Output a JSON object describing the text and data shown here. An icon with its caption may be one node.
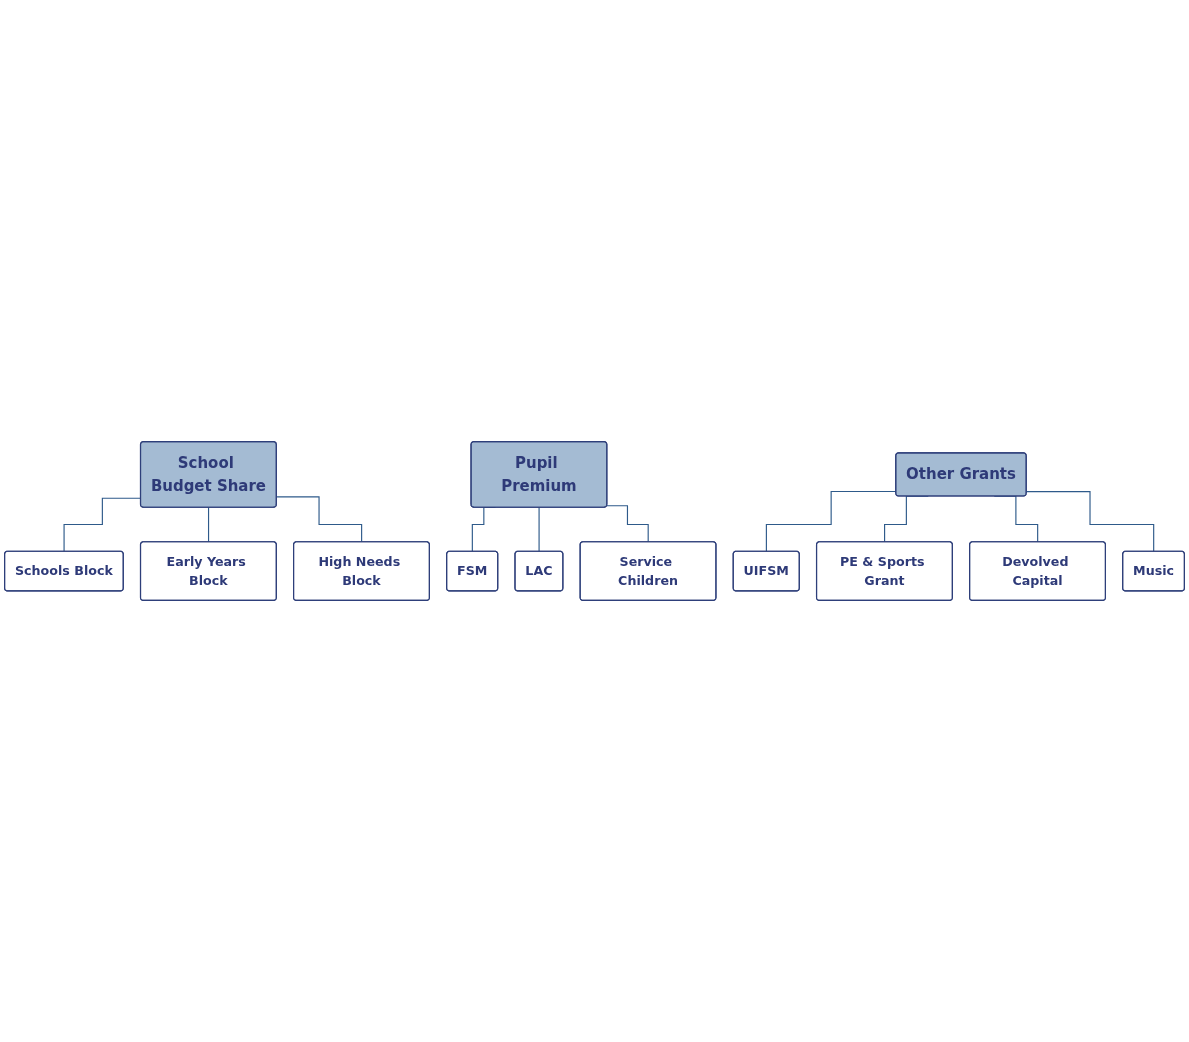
{
  "diagram": {
    "nodes": [
      {
        "text": [
          "School Budget Share"
        ]
      },
      {
        "text": [
          "Schools Block"
        ]
      },
      {
        "text": [
          "Early Years Block"
        ]
      },
      {
        "text": [
          "High Needs Block"
        ]
      },
      {
        "text": [
          "Pupil Premium"
        ]
      },
      {
        "text": [
          "FSM"
        ]
      },
      {
        "text": [
          "LAC"
        ]
      },
      {
        "text": [
          "Service Children"
        ]
      },
      {
        "text": [
          "Other Grants"
        ]
      },
      {
        "text": [
          "UIFSM"
        ]
      },
      {
        "text": [
          "PE & Sports Grant"
        ]
      },
      {
        "text": [
          "Devolved Capital"
        ]
      },
      {
        "text": [
          "Music"
        ]
      }
    ],
    "edges": [
      {
        "from": 0,
        "to": 1,
        "arrow": "none"
      },
      {
        "from": 0,
        "to": 2,
        "arrow": "none"
      },
      {
        "from": 0,
        "to": 3,
        "arrow": "none"
      },
      {
        "from": 4,
        "to": 5,
        "arrow": "none"
      },
      {
        "from": 4,
        "to": 6,
        "arrow": "none"
      },
      {
        "from": 4,
        "to": 7,
        "arrow": "none"
      },
      {
        "from": 8,
        "to": 9,
        "arrow": "none"
      },
      {
        "from": 8,
        "to": 10,
        "arrow": "none"
      },
      {
        "from": 8,
        "to": 11,
        "arrow": "none"
      },
      {
        "from": 8,
        "to": 12,
        "arrow": "none"
      }
    ]
  }
}
